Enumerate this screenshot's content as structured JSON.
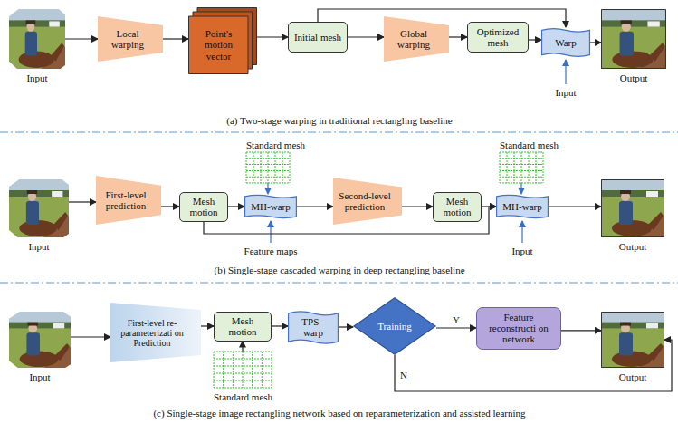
{
  "diagram": {
    "nodes": [
      {
        "text": [
          "Input"
        ]
      },
      {
        "text": [
          "Local warping"
        ]
      },
      {
        "text": [
          "Point's motion vector"
        ]
      },
      {
        "text": [
          "Initial mesh"
        ]
      },
      {
        "text": [
          "Global warping"
        ]
      },
      {
        "text": [
          "Optimized mesh"
        ]
      },
      {
        "text": [
          "Warp"
        ]
      },
      {
        "text": [
          "Output"
        ]
      },
      {
        "text": [
          "Input"
        ]
      },
      {
        "text": [
          "First-level prediction"
        ]
      },
      {
        "text": [
          "Standard mesh"
        ]
      },
      {
        "text": [
          "Mesh motion"
        ]
      },
      {
        "text": [
          "MH-warp"
        ]
      },
      {
        "text": [
          "Second-level prediction"
        ]
      },
      {
        "text": [
          "Standard mesh"
        ]
      },
      {
        "text": [
          "Mesh motion"
        ]
      },
      {
        "text": [
          "MH-warp"
        ]
      },
      {
        "text": [
          "Output"
        ]
      },
      {
        "text": [
          "Input"
        ]
      },
      {
        "text": [
          "First-level re-parameterizati on Prediction"
        ]
      },
      {
        "text": [
          "Mesh motion"
        ]
      },
      {
        "text": [
          "Standard mesh"
        ]
      },
      {
        "text": [
          "TPS - warp"
        ]
      },
      {
        "text": [
          "Training"
        ]
      },
      {
        "text": [
          "Feature reconstructi on network"
        ]
      },
      {
        "text": [
          "Output"
        ]
      }
    ],
    "edges": [
      {
        "from": 0,
        "to": 1,
        "arrow": "to"
      },
      {
        "from": 1,
        "to": 2,
        "arrow": "to"
      },
      {
        "from": 2,
        "to": 3,
        "arrow": "to"
      },
      {
        "from": 3,
        "to": 4,
        "arrow": "to"
      },
      {
        "from": 4,
        "to": 5,
        "arrow": "to"
      },
      {
        "from": 5,
        "to": 6,
        "arrow": "to"
      },
      {
        "from": 3,
        "to": 6,
        "arrow": "to"
      },
      {
        "from": 6,
        "to": 7,
        "arrow": "to"
      },
      {
        "from": 8,
        "to": 9,
        "arrow": "to"
      },
      {
        "from": 9,
        "to": 11,
        "arrow": "to"
      },
      {
        "from": 10,
        "to": 12,
        "arrow": "to"
      },
      {
        "from": 11,
        "to": 12,
        "arrow": "to"
      },
      {
        "from": 12,
        "to": 13,
        "arrow": "to"
      },
      {
        "from": 13,
        "to": 15,
        "arrow": "to"
      },
      {
        "from": 14,
        "to": 16,
        "arrow": "to"
      },
      {
        "from": 15,
        "to": 16,
        "arrow": "to"
      },
      {
        "from": 11,
        "to": 16,
        "arrow": "to"
      },
      {
        "from": 16,
        "to": 17,
        "arrow": "to"
      },
      {
        "from": 18,
        "to": 19,
        "arrow": "to"
      },
      {
        "from": 19,
        "to": 20,
        "arrow": "to"
      },
      {
        "from": 21,
        "to": 20,
        "arrow": "to"
      },
      {
        "from": 20,
        "to": 22,
        "arrow": "to"
      },
      {
        "from": 22,
        "to": 23,
        "arrow": "to"
      },
      {
        "from": 23,
        "to": 24,
        "label": "Y",
        "arrow": "to"
      },
      {
        "from": 24,
        "to": 25,
        "arrow": "to"
      },
      {
        "from": 23,
        "to": 25,
        "label": "N",
        "arrow": "to"
      }
    ],
    "labels": [
      "Input",
      "(a) Two-stage warping in traditional rectangling baseline",
      "Feature maps",
      "Input",
      "(b) Single-stage cascaded warping in deep rectangling baseline",
      "(c) Single-stage image rectangling network based on reparameterization and assisted learning"
    ]
  }
}
